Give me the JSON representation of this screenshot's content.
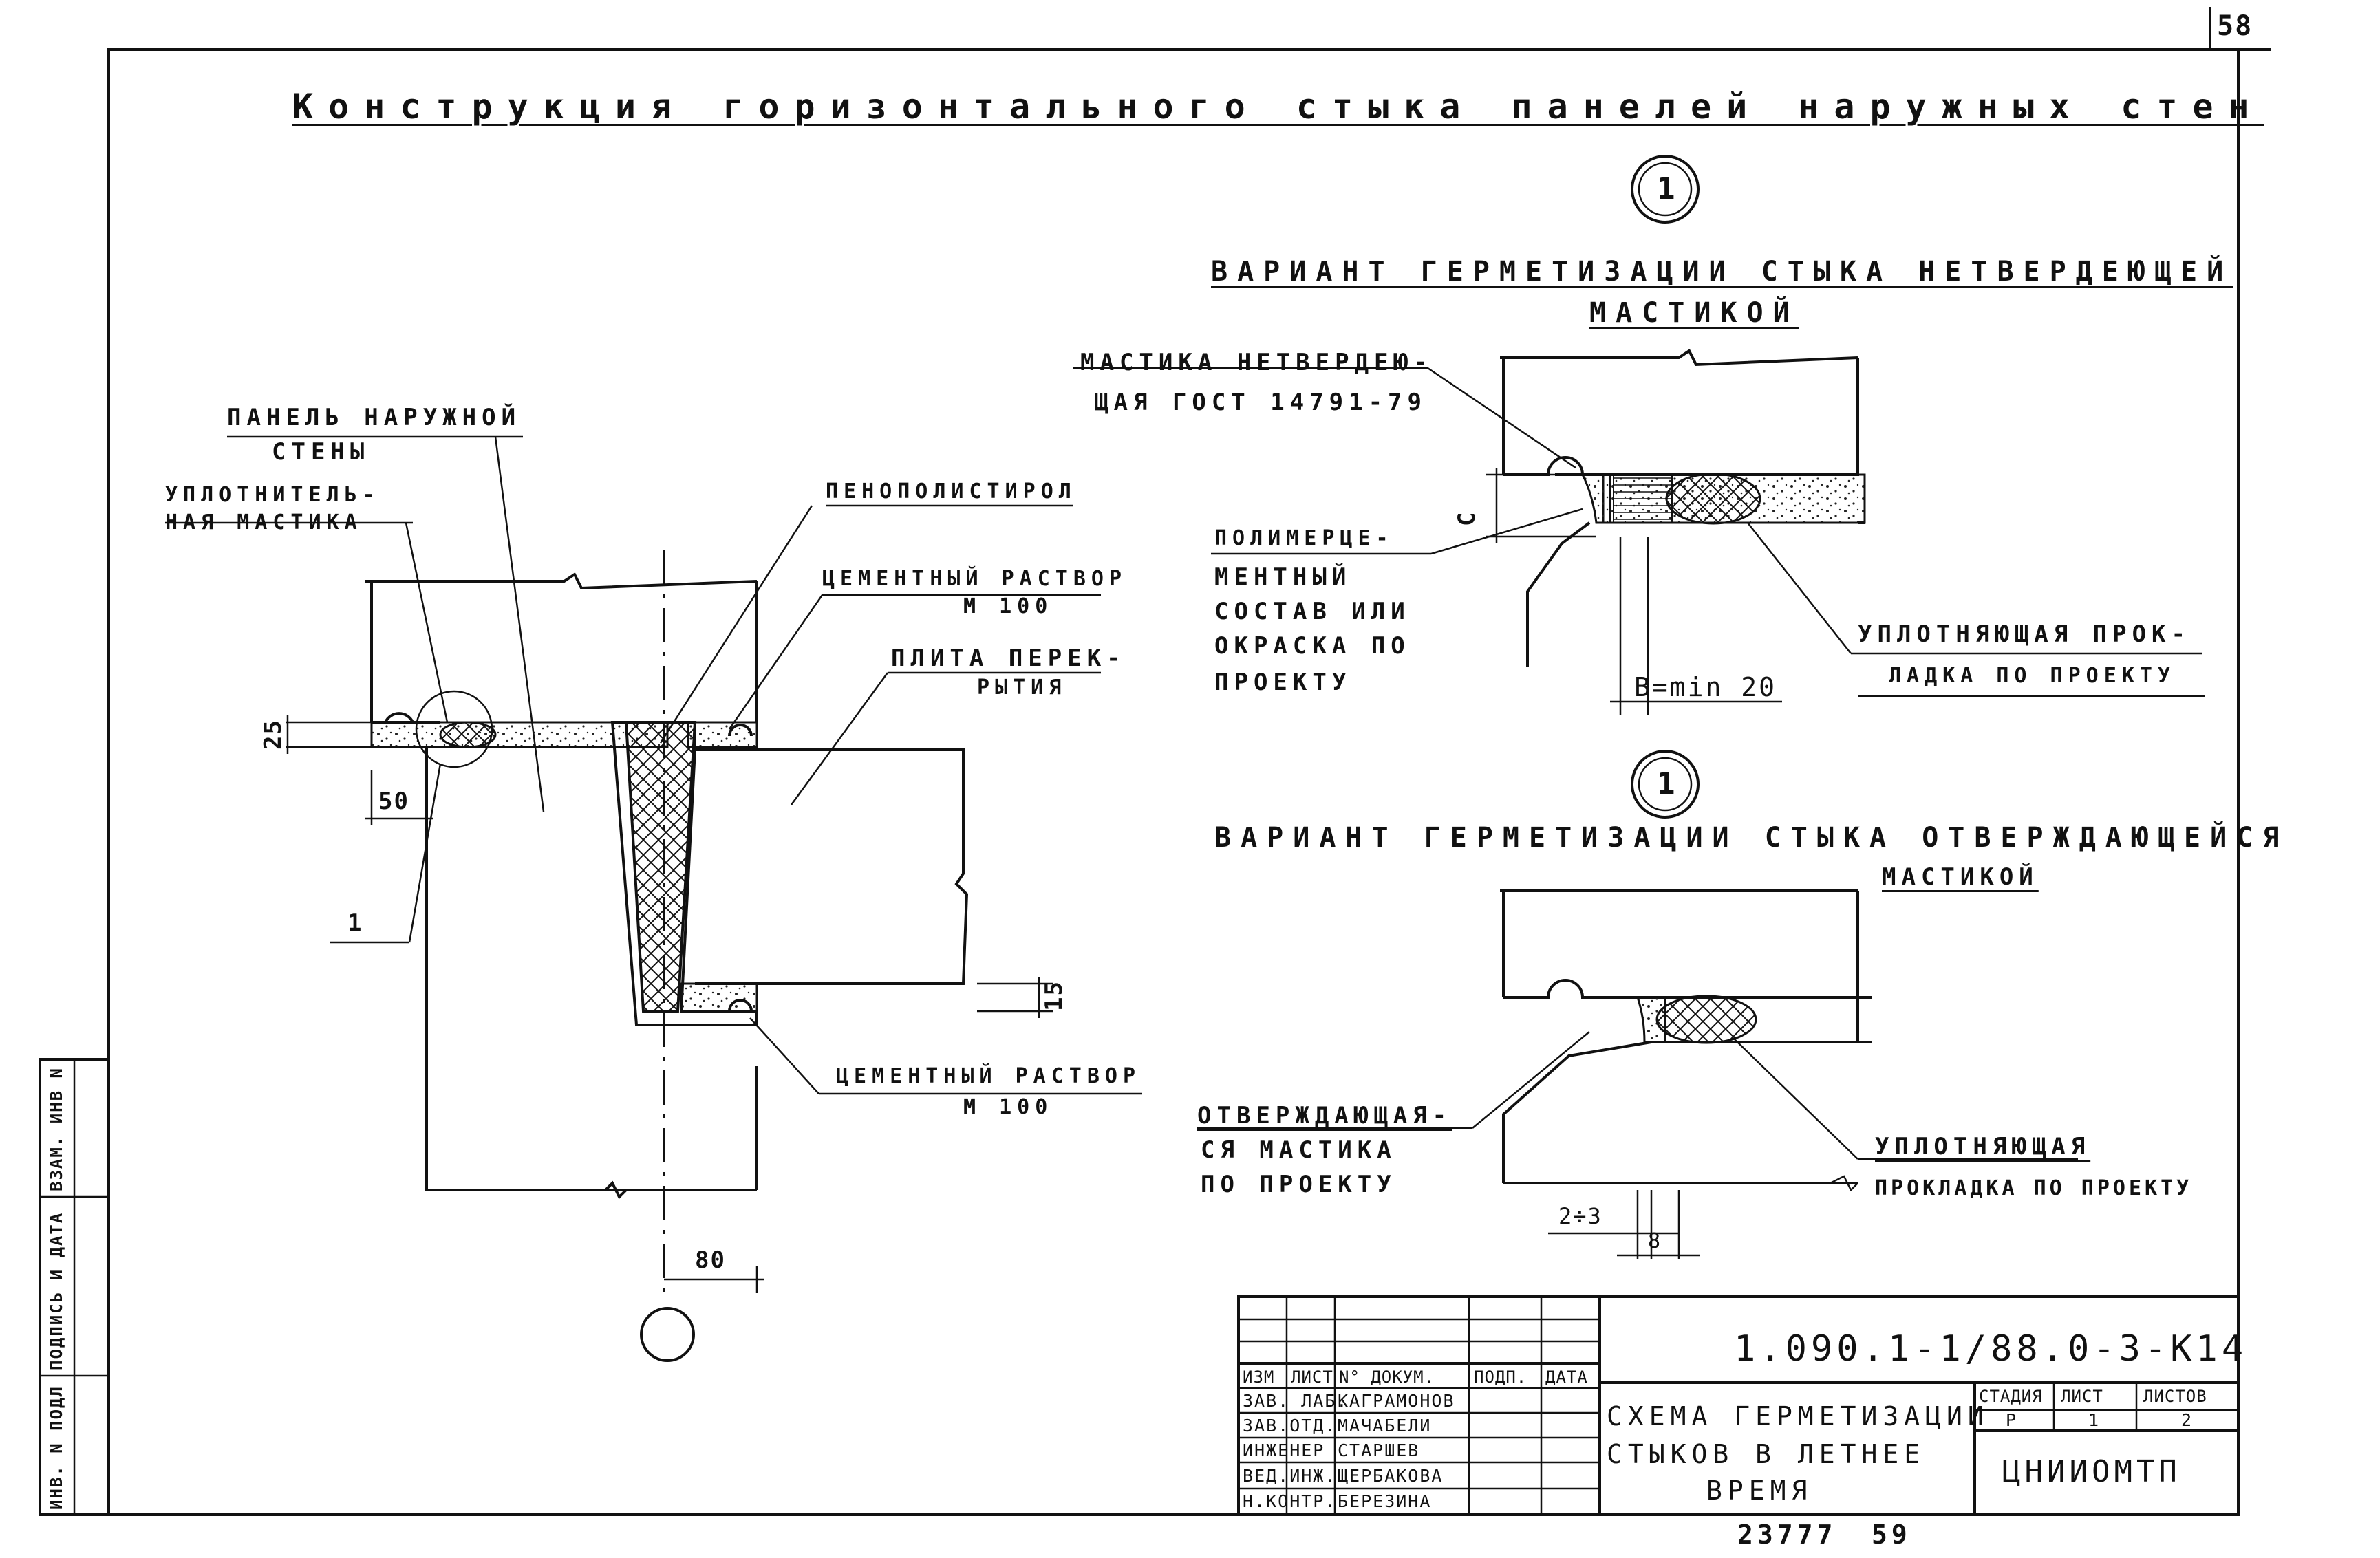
{
  "sheet_number": "58",
  "title": "Конструкция горизонтального стыка панелей наружных стен",
  "callout_marker": "1",
  "main_section": {
    "labels": {
      "panel": "ПАНЕЛЬ НАРУЖНОЙ",
      "panel_2": "СТЕНЫ",
      "sealant": "УПЛОТНИТЕЛЬ-",
      "sealant_2": "НАЯ МАСТИКА",
      "foam": "ПЕНОПОЛИСТИРОЛ",
      "mortar_top": "ЦЕМЕНТНЫЙ РАСТВОР",
      "mortar_top_grade": "М 100",
      "slab": "ПЛИТА ПЕРЕК-",
      "slab_2": "РЫТИЯ",
      "mortar_bottom": "ЦЕМЕНТНЫЙ РАСТВОР",
      "mortar_bottom_grade": "М 100",
      "callout": "1"
    },
    "dims": {
      "d25": "25",
      "d50": "50",
      "d15": "15",
      "d80": "80"
    }
  },
  "variant_1": {
    "title": "ВАРИАНТ ГЕРМЕТИЗАЦИИ СТЫКА НЕТВЕРДЕЮЩЕЙ",
    "title_2": "МАСТИКОЙ",
    "mastic": "МАСТИКА НЕТВЕРДЕЮ-",
    "mastic_2": "ЩАЯ ГОСТ 14791-79",
    "polymer": "ПОЛИМЕРЦЕ-",
    "polymer_2": "МЕНТНЫЙ",
    "polymer_3": "СОСТАВ ИЛИ",
    "polymer_4": "ОКРАСКА ПО",
    "polymer_5": "ПРОЕКТУ",
    "gasket": "УПЛОТНЯЮЩАЯ ПРОК-",
    "gasket_2": "ЛАДКА ПО ПРОЕКТУ",
    "dim_c": "С",
    "dim_b": "B=min 20"
  },
  "variant_2": {
    "title": "ВАРИАНТ ГЕРМЕТИЗАЦИИ СТЫКА ОТВЕРЖДАЮЩЕЙСЯ",
    "title_2": "МАСТИКОЙ",
    "mastic": "ОТВЕРЖДАЮЩАЯ-",
    "mastic_2": "СЯ МАСТИКА",
    "mastic_3": "ПО ПРОЕКТУ",
    "gasket": "УПЛОТНЯЮЩАЯ",
    "gasket_2": "ПРОКЛАДКА ПО ПРОЕКТУ",
    "dim_23": "2÷3",
    "dim_8": "8"
  },
  "side_stamp": [
    "ИНВ. N ПОДЛ",
    "ПОДПИСЬ И ДАТА",
    "ВЗАМ. ИНВ N"
  ],
  "title_block": {
    "code": "1.090.1-1/88.0-3-К14",
    "header": [
      "ИЗМ",
      "ЛИСТ",
      "N° ДОКУМ.",
      "ПОДП.",
      "ДАТА"
    ],
    "rows": [
      {
        "role": "ЗАВ. ЛАБ.",
        "name": "КАГРАМОНОВ"
      },
      {
        "role": "ЗАВ.ОТД.",
        "name": "МАЧАБЕЛИ"
      },
      {
        "role": "ИНЖЕНЕР",
        "name": "СТАРШЕВ"
      },
      {
        "role": "ВЕД.ИНЖ.",
        "name": "ЩЕРБАКОВА"
      },
      {
        "role": "Н.КОНТР.",
        "name": "БЕРЕЗИНА"
      }
    ],
    "doc_title_1": "СХЕМА ГЕРМЕТИЗАЦИИ",
    "doc_title_2": "СТЫКОВ В ЛЕТНЕЕ",
    "doc_title_3": "ВРЕМЯ",
    "stage_labels": [
      "СТАДИЯ",
      "ЛИСТ",
      "ЛИСТОВ"
    ],
    "stage_values": [
      "Р",
      "1",
      "2"
    ],
    "organization": "ЦНИИОМТП",
    "footer_number": "23777",
    "footer_sheet": "59"
  }
}
